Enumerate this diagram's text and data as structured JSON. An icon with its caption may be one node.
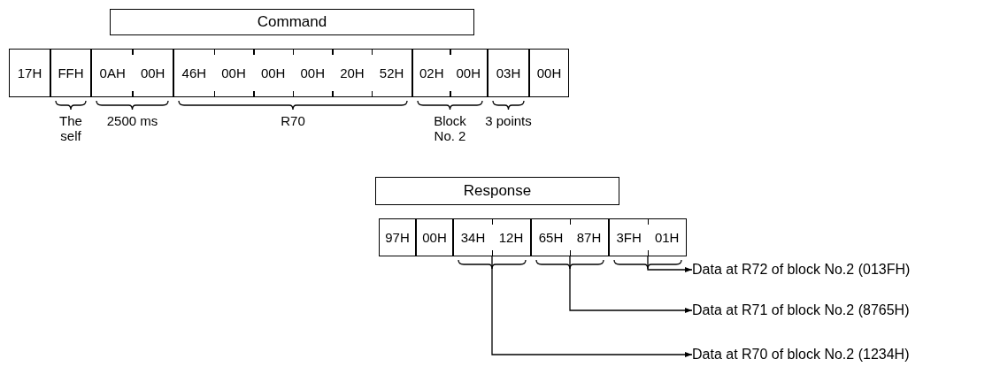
{
  "diagram": {
    "nodes": [
      {
        "text": [
          "Command"
        ]
      },
      {
        "text": [
          "17H"
        ]
      },
      {
        "text": [
          "FFH"
        ],
        "beside": [
          "The self"
        ]
      },
      {
        "text": [
          "0AH",
          "00H"
        ],
        "beside": [
          "2500 ms"
        ]
      },
      {
        "text": [
          "46H",
          "00H",
          "00H",
          "00H",
          "20H",
          "52H"
        ],
        "beside": [
          "R70"
        ]
      },
      {
        "text": [
          "02H",
          "00H"
        ],
        "beside": [
          "Block No. 2"
        ]
      },
      {
        "text": [
          "03H"
        ],
        "beside": [
          "3 points"
        ]
      },
      {
        "text": [
          "00H"
        ]
      },
      {
        "text": [
          "Response"
        ]
      },
      {
        "text": [
          "97H"
        ]
      },
      {
        "text": [
          "00H"
        ]
      },
      {
        "text": [
          "34H",
          "12H"
        ]
      },
      {
        "text": [
          "65H",
          "87H"
        ]
      },
      {
        "text": [
          "3FH",
          "01H"
        ]
      },
      {
        "text": [
          "Data at R72 of block No.2 (013FH)"
        ]
      },
      {
        "text": [
          "Data at R71 of block No.2 (8765H)"
        ]
      },
      {
        "text": [
          "Data at R70 of block No.2 (1234H)"
        ]
      }
    ],
    "edges": [
      {
        "from": 13,
        "to": 14,
        "arrow": "to"
      },
      {
        "from": 12,
        "to": 15,
        "arrow": "to"
      },
      {
        "from": 11,
        "to": 16,
        "arrow": "to"
      }
    ]
  }
}
